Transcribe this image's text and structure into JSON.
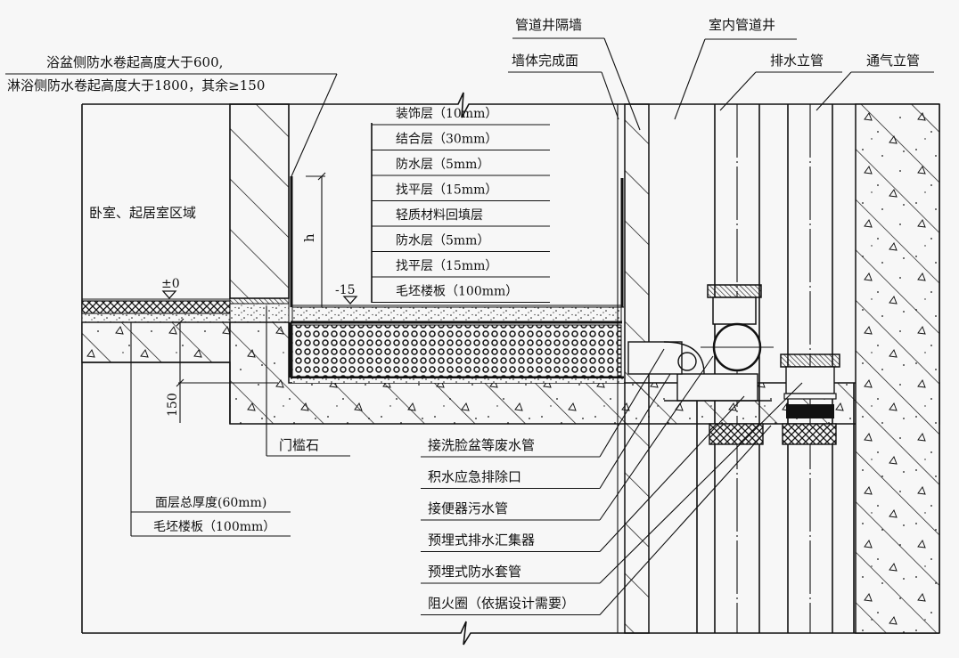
{
  "title": "卫生间同层排水楼地面构造节点详图",
  "colors": {
    "ink": "#111111",
    "paper": "#f7f7f7"
  },
  "top_note": {
    "line1": "浴盆侧防水卷起高度大于600,",
    "line2": "淋浴侧防水卷起高度大于1800，其余≥150"
  },
  "room_label": "卧室、起居室区域",
  "elevations": {
    "room": "±0",
    "bathroom": "-15"
  },
  "dimensions": {
    "h": "h",
    "slab_drop": "150"
  },
  "layers": [
    {
      "label": "装饰层（10mm）"
    },
    {
      "label": "结合层（30mm）"
    },
    {
      "label": "防水层（5mm）"
    },
    {
      "label": "找平层（15mm）"
    },
    {
      "label": "轻质材料回填层"
    },
    {
      "label": "防水层（5mm）"
    },
    {
      "label": "找平层（15mm）"
    },
    {
      "label": "毛坯楼板（100mm）"
    }
  ],
  "top_callouts": {
    "partition_wall": "管道井隔墙",
    "wall_finish": "墙体完成面",
    "shaft": "室内管道井",
    "drain_riser": "排水立管",
    "vent_riser": "通气立管"
  },
  "left_callouts": {
    "threshold": "门槛石",
    "finish_thickness": "面层总厚度(60mm)",
    "rough_slab": "毛坯楼板（100mm）"
  },
  "bottom_callouts": [
    {
      "label": "接洗脸盆等废水管"
    },
    {
      "label": "积水应急排除口"
    },
    {
      "label": "接便器污水管"
    },
    {
      "label": "预埋式排水汇集器"
    },
    {
      "label": "预埋式防水套管"
    },
    {
      "label": "阻火圈（依据设计需要）"
    }
  ]
}
